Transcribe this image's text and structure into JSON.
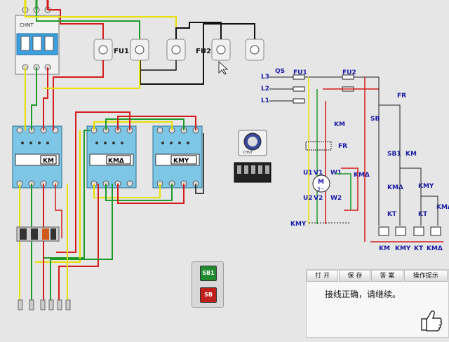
{
  "labels": {
    "fu1": "FU1",
    "fu2": "FU2",
    "km": "KM",
    "km_delta": "KMΔ",
    "kmy": "KMY",
    "chnt": "CHNT",
    "timer_brand": "CHNT",
    "qs": "QS",
    "fr": "FR",
    "sb": "SB",
    "sb1": "SB1",
    "kt": "KT",
    "l1": "L1",
    "l2": "L2",
    "l3": "L3",
    "u1": "U1",
    "v1": "V1",
    "w1": "W1",
    "u2": "U2",
    "v2": "V2",
    "w2": "W2",
    "motor": "M",
    "motor_sub": "3~"
  },
  "schematic": {
    "coil_labels": [
      "KM",
      "KMY",
      "KT",
      "KMΔ"
    ]
  },
  "pushbuttons": {
    "start": "SB1",
    "stop": "SB"
  },
  "toolbar": {
    "open": "打 开",
    "save": "保 存",
    "answer": "答 案",
    "help": "操作提示"
  },
  "status": {
    "message": "接线正确，请继续。"
  },
  "colors": {
    "wire_red": "#d41c1c",
    "wire_green": "#1e9a2a",
    "wire_yellow": "#e8e000",
    "wire_black": "#111111",
    "contactor_blue": "#7ec6e6",
    "breaker_blue": "#3aa0e0"
  }
}
